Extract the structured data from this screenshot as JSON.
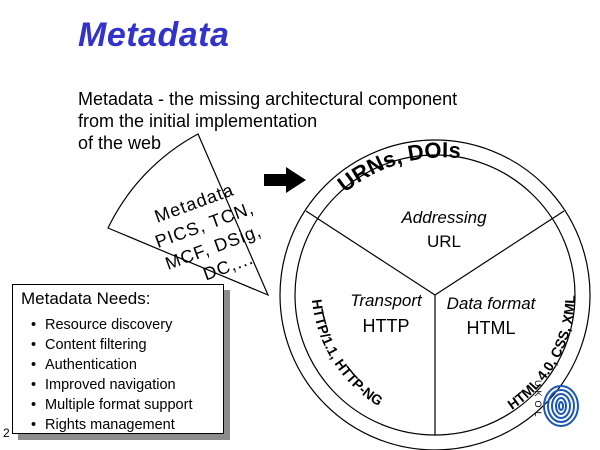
{
  "title": "Metadata",
  "intro_lines": [
    "Metadata - the missing architectural component",
    "from the initial implementation",
    "of the web"
  ],
  "wedge_lines": [
    "Metadata",
    "PICS, TCN,",
    "MCF, DSig,",
    "DC,..."
  ],
  "ring_top": "URNs, DOIs",
  "ring_left": "HTTP/1.1, HTTP-NG",
  "ring_right": "HTML 4.0, CSS, XML",
  "sectors": {
    "addressing": {
      "heading": "Addressing",
      "value": "URL"
    },
    "transport": {
      "heading": "Transport",
      "value": "HTTP"
    },
    "data_format": {
      "heading": "Data format",
      "value": "HTML"
    }
  },
  "needs": {
    "title": "Metadata Needs:",
    "items": [
      "Resource discovery",
      "Content filtering",
      "Authentication",
      "Improved navigation",
      "Multiple format support",
      "Rights management"
    ]
  },
  "slide_number": "2",
  "logo": {
    "icon": "ukoln-swirl-logo",
    "text": "UKOL"
  }
}
